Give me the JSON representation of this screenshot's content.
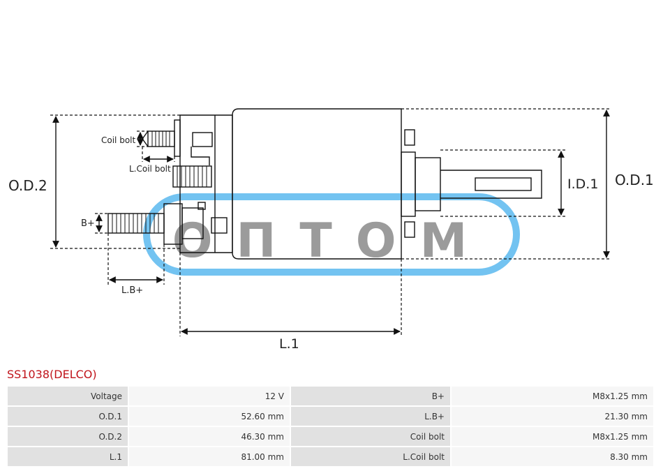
{
  "diagram": {
    "labels": {
      "coil_bolt": "Coil bolt",
      "l_coil_bolt": "L.Coil bolt",
      "b_plus": "B+",
      "l_b_plus": "L.B+",
      "od2": "O.D.2",
      "od1": "O.D.1",
      "id1": "I.D.1",
      "l1": "L.1"
    },
    "watermark": {
      "text": "ОПТОМ",
      "color": "#5bb8ee"
    }
  },
  "product": {
    "title": "SS1038(DELCO)"
  },
  "specs": [
    {
      "k1": "Voltage",
      "v1": "12 V",
      "k2": "B+",
      "v2": "M8x1.25 mm"
    },
    {
      "k1": "O.D.1",
      "v1": "52.60 mm",
      "k2": "L.B+",
      "v2": "21.30 mm"
    },
    {
      "k1": "O.D.2",
      "v1": "46.30 mm",
      "k2": "Coil bolt",
      "v2": "M8x1.25 mm"
    },
    {
      "k1": "L.1",
      "v1": "81.00 mm",
      "k2": "L.Coil bolt",
      "v2": "8.30 mm"
    }
  ],
  "colors": {
    "title": "#c0141b",
    "key_bg": "#e1e1e1",
    "value_bg": "#f6f6f6",
    "line": "#111111"
  }
}
